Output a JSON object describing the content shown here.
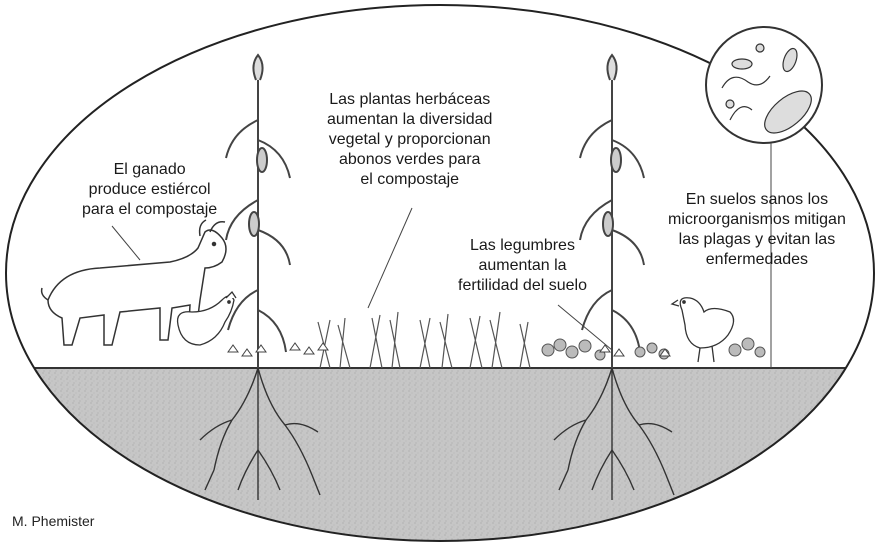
{
  "labels": {
    "livestock": [
      "El ganado",
      "produce estiércol",
      "para el compostaje"
    ],
    "herbaceous": [
      "Las plantas herbáceas",
      "aumentan la diversidad",
      "vegetal y proporcionan",
      "abonos verdes para",
      "el compostaje"
    ],
    "legumes": [
      "Las legumbres",
      "aumentan la",
      "fertilidad del suelo"
    ],
    "microorganisms": [
      "En suelos sanos los",
      "microorganismos mitigan",
      "las plagas y evitan las",
      "enfermedades"
    ]
  },
  "credit": "M. Phemister",
  "colors": {
    "outline": "#222222",
    "soil": "#c4c4c4",
    "soil_speckle": "#9a9a9a",
    "plant": "#4a4a4a",
    "sky": "#ffffff"
  }
}
